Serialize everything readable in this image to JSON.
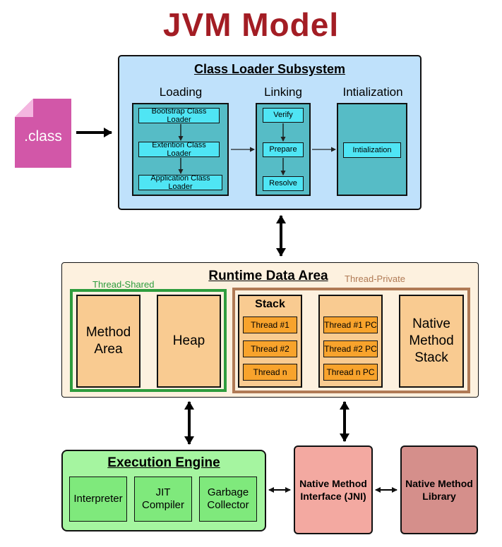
{
  "title": "JVM Model",
  "class_file": {
    "label": ".class"
  },
  "class_loader": {
    "title": "Class Loader Subsystem",
    "loading": {
      "title": "Loading",
      "items": [
        "Bootstrap Class Loader",
        "Extention Class Loader",
        "Application Class Loader"
      ]
    },
    "linking": {
      "title": "Linking",
      "items": [
        "Verify",
        "Prepare",
        "Resolve"
      ]
    },
    "initialization": {
      "title": "Intialization",
      "items": [
        "Intialization"
      ]
    }
  },
  "runtime_data_area": {
    "title": "Runtime Data Area",
    "thread_shared": {
      "label": "Thread-Shared",
      "method_area": "Method Area",
      "heap": "Heap"
    },
    "thread_private": {
      "label": "Thread-Private",
      "stack": {
        "title": "Stack",
        "items": [
          "Thread #1",
          "Thread #2",
          "Thread n"
        ]
      },
      "pc": {
        "items": [
          "Thread #1 PC",
          "Thread #2 PC",
          "Thread n PC"
        ]
      },
      "native_stack": "Native Method Stack"
    }
  },
  "execution_engine": {
    "title": "Execution Engine",
    "items": [
      "Interpreter",
      "JIT Compiler",
      "Garbage Collector"
    ]
  },
  "jni": {
    "label": "Native Method Interface (JNI)"
  },
  "native_library": {
    "label": "Native Method Library"
  },
  "colors": {
    "title": "#a31d24",
    "class_loader_bg": "#bfe1fb",
    "runtime_bg": "#fdf1df",
    "thread_shared_border": "#2e9c3d",
    "thread_private_border": "#b07a55",
    "execution_bg": "#a5f5a0",
    "jni_bg": "#f3a9a1",
    "library_bg": "#d58f8b"
  }
}
